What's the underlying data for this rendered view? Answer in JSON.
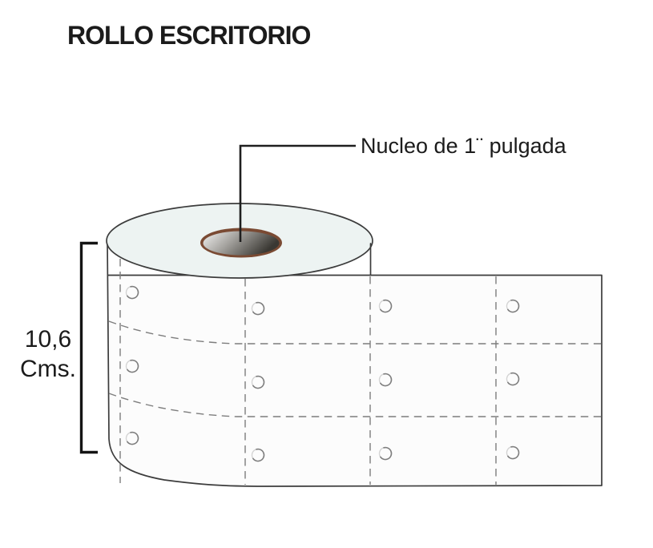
{
  "title": "ROLLO ESCRITORIO",
  "callout": {
    "label": "Nucleo de 1¨ pulgada"
  },
  "dimension": {
    "value": "10,6",
    "unit": "Cms."
  },
  "colors": {
    "background": "#ffffff",
    "text": "#1b1b1b",
    "outline": "#3c3c3c",
    "dashed_line": "#7d7d7d",
    "roll_top": "#edf3f2",
    "sheet": "#fcfcfc",
    "core_ring": "#7a4a33",
    "core_light": "#f2f2f1",
    "core_mid": "#a4a29e",
    "core_dark": "#3a3833",
    "callout_line": "#1f1f1f",
    "bracket": "#141414",
    "hole_stroke": "#7e7e7e",
    "hole_light": "#d4d4d4"
  }
}
